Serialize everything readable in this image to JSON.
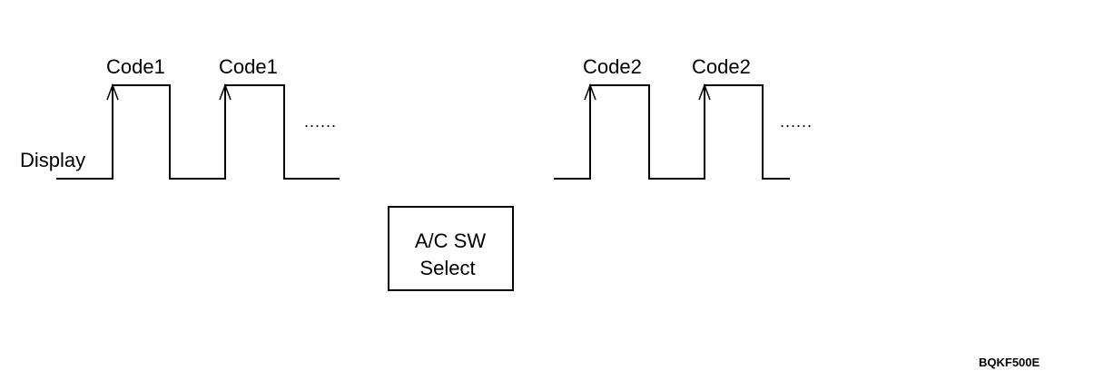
{
  "signal_label": "Display",
  "pulse_labels_left": [
    "Code1",
    "Code1"
  ],
  "pulse_labels_right": [
    "Code2",
    "Code2"
  ],
  "continuation": "......",
  "switch_box": {
    "line1": "A/C SW",
    "line2": "Select"
  },
  "figure_id": "BQKF500E"
}
